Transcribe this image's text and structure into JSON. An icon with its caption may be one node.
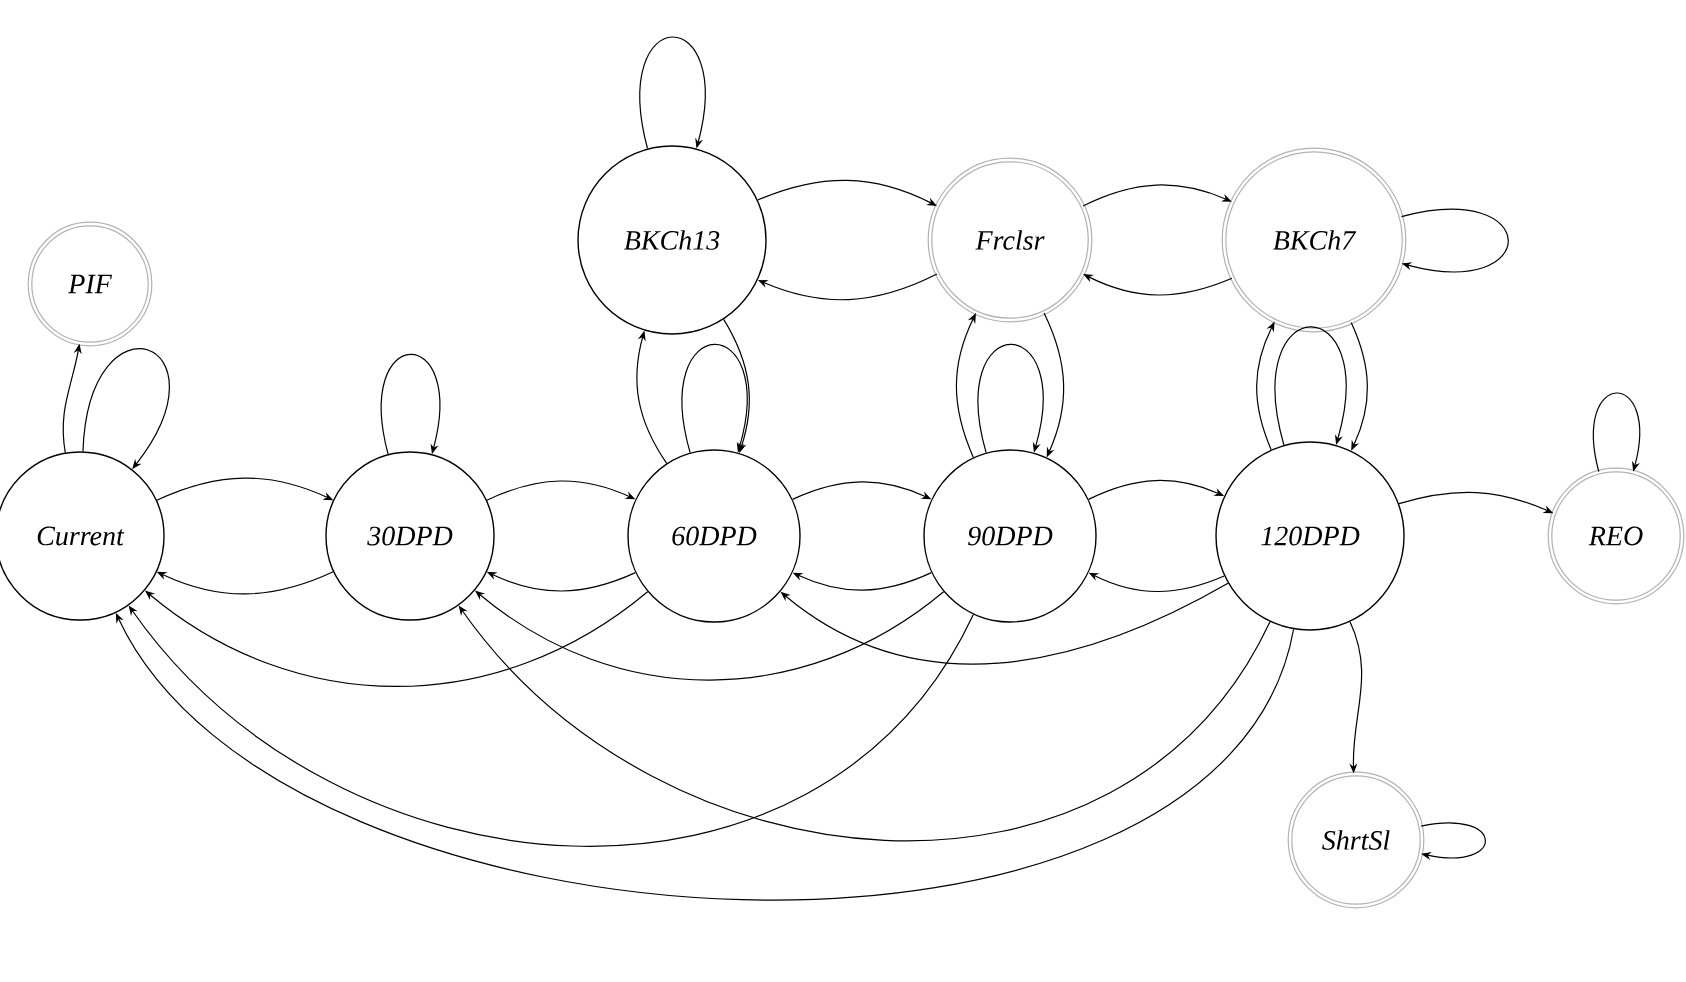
{
  "diagram": {
    "nodes": [
      {
        "text": [
          "PIF"
        ]
      },
      {
        "text": [
          "BKCh13"
        ]
      },
      {
        "text": [
          "Frclsr"
        ]
      },
      {
        "text": [
          "BKCh7"
        ]
      },
      {
        "text": [
          "Current"
        ]
      },
      {
        "text": [
          "30DPD"
        ]
      },
      {
        "text": [
          "60DPD"
        ]
      },
      {
        "text": [
          "90DPD"
        ]
      },
      {
        "text": [
          "120DPD"
        ]
      },
      {
        "text": [
          "REO"
        ]
      },
      {
        "text": [
          "ShrtSl"
        ]
      }
    ],
    "edges": [
      {
        "from": 4,
        "to": 0,
        "arrow": "to"
      },
      {
        "from": 4,
        "to": 4,
        "arrow": "to"
      },
      {
        "from": 5,
        "to": 5,
        "arrow": "to"
      },
      {
        "from": 1,
        "to": 1,
        "arrow": "to"
      },
      {
        "from": 3,
        "to": 3,
        "arrow": "to"
      },
      {
        "from": 9,
        "to": 9,
        "arrow": "to"
      },
      {
        "from": 10,
        "to": 10,
        "arrow": "to"
      },
      {
        "from": 6,
        "to": 6,
        "arrow": "to"
      },
      {
        "from": 7,
        "to": 7,
        "arrow": "to"
      },
      {
        "from": 8,
        "to": 8,
        "arrow": "to"
      },
      {
        "from": 4,
        "to": 5,
        "arrow": "to"
      },
      {
        "from": 5,
        "to": 4,
        "arrow": "to"
      },
      {
        "from": 5,
        "to": 6,
        "arrow": "to"
      },
      {
        "from": 6,
        "to": 5,
        "arrow": "to"
      },
      {
        "from": 6,
        "to": 7,
        "arrow": "to"
      },
      {
        "from": 7,
        "to": 6,
        "arrow": "to"
      },
      {
        "from": 7,
        "to": 8,
        "arrow": "to"
      },
      {
        "from": 8,
        "to": 7,
        "arrow": "to"
      },
      {
        "from": 8,
        "to": 9,
        "arrow": "to"
      },
      {
        "from": 1,
        "to": 2,
        "arrow": "to"
      },
      {
        "from": 2,
        "to": 1,
        "arrow": "to"
      },
      {
        "from": 2,
        "to": 3,
        "arrow": "to"
      },
      {
        "from": 3,
        "to": 2,
        "arrow": "to"
      },
      {
        "from": 6,
        "to": 1,
        "arrow": "to"
      },
      {
        "from": 1,
        "to": 6,
        "arrow": "to"
      },
      {
        "from": 7,
        "to": 2,
        "arrow": "to"
      },
      {
        "from": 2,
        "to": 7,
        "arrow": "to"
      },
      {
        "from": 8,
        "to": 3,
        "arrow": "to"
      },
      {
        "from": 3,
        "to": 8,
        "arrow": "to"
      },
      {
        "from": 6,
        "to": 4,
        "arrow": "to"
      },
      {
        "from": 7,
        "to": 5,
        "arrow": "to"
      },
      {
        "from": 8,
        "to": 6,
        "arrow": "to"
      },
      {
        "from": 7,
        "to": 4,
        "arrow": "to"
      },
      {
        "from": 8,
        "to": 5,
        "arrow": "to"
      },
      {
        "from": 8,
        "to": 4,
        "arrow": "to"
      },
      {
        "from": 8,
        "to": 10,
        "arrow": "to"
      }
    ]
  }
}
